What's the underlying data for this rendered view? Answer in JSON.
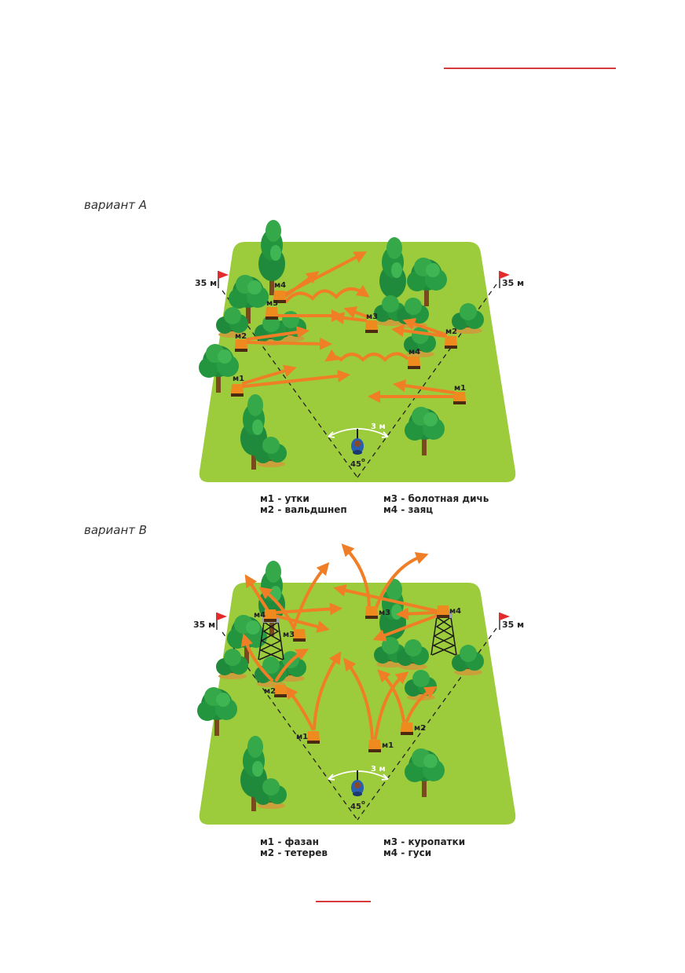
{
  "variant_a": {
    "title": "вариант А",
    "distance_left": "35 м",
    "distance_right": "35 м",
    "shooter_distance": "3 м",
    "angle": "45",
    "angle_unit": "о",
    "machines": {
      "m1": "м1",
      "m2": "м2",
      "m3": "м3",
      "m4": "м4"
    },
    "legend": {
      "m1": "м1 - утки",
      "m2": "м2 - вальдшнеп",
      "m3": "м3 - болотная дичь",
      "m4": "м4 - заяц"
    }
  },
  "variant_b": {
    "title": "вариант В",
    "distance_left": "35 м",
    "distance_right": "35 м",
    "shooter_distance": "3 м",
    "angle": "45",
    "angle_unit": "о",
    "machines": {
      "m1": "м1",
      "m2": "м2",
      "m3": "м3",
      "m4": "м4"
    },
    "legend": {
      "m1": "м1 - фазан",
      "m2": "м2 - тетерев",
      "m3": "м3 - куропатки",
      "m4": "м4 - гуси"
    }
  },
  "colors": {
    "field": "#9ccb3b",
    "tree_dark": "#1f8a3c",
    "tree_light": "#35a84a",
    "trunk": "#7a4a1e",
    "arrow": "#f07e26",
    "flag": "#e32b2b",
    "machine": "#ef8a1e",
    "rule": "#d63a3a"
  }
}
